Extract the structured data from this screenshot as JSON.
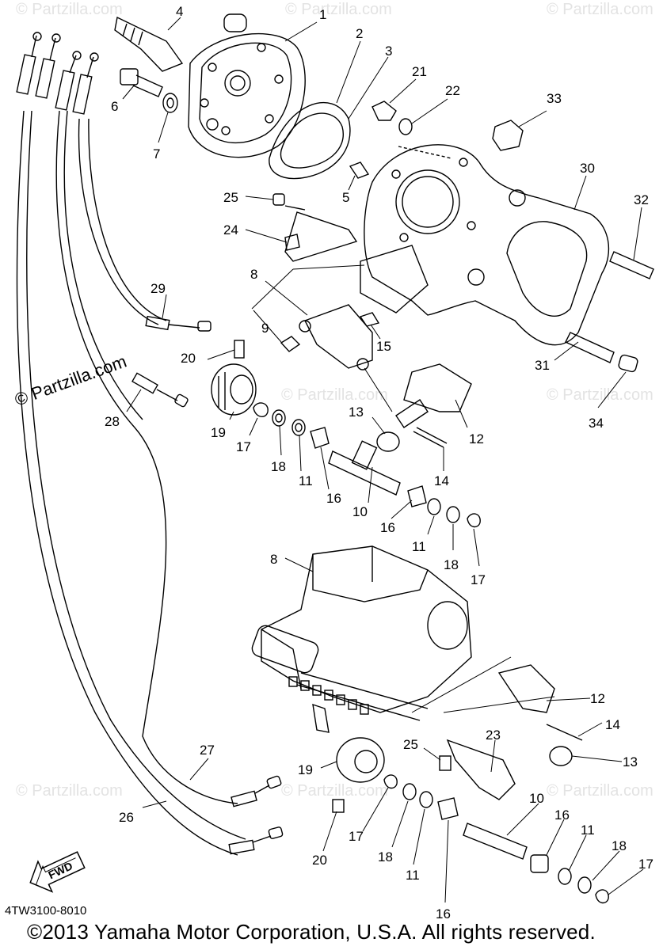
{
  "diagram": {
    "part_code": "4TW3100-8010",
    "copyright": "©2013 Yamaha Motor Corporation, U.S.A. All rights reserved.",
    "watermark_main": "© Partzilla.com",
    "watermark_faint": "© Partzilla.com",
    "fwd_label": "FWD",
    "callouts": {
      "c1": "1",
      "c2": "2",
      "c3": "3",
      "c4": "4",
      "c5": "5",
      "c6": "6",
      "c7": "7",
      "c8a": "8",
      "c8b": "8",
      "c9": "9",
      "c10a": "10",
      "c10b": "10",
      "c11a": "11",
      "c11b": "11",
      "c11c": "11",
      "c11d": "11",
      "c12a": "12",
      "c12b": "12",
      "c13a": "13",
      "c13b": "13",
      "c14a": "14",
      "c14b": "14",
      "c15": "15",
      "c16a": "16",
      "c16b": "16",
      "c16c": "16",
      "c16d": "16",
      "c17a": "17",
      "c17b": "17",
      "c17c": "17",
      "c17d": "17",
      "c18a": "18",
      "c18b": "18",
      "c18c": "18",
      "c18d": "18",
      "c19a": "19",
      "c19b": "19",
      "c20a": "20",
      "c20b": "20",
      "c21": "21",
      "c22": "22",
      "c23": "23",
      "c24": "24",
      "c25a": "25",
      "c25b": "25",
      "c26": "26",
      "c27": "27",
      "c28": "28",
      "c29": "29",
      "c30": "30",
      "c31": "31",
      "c32": "32",
      "c33": "33",
      "c34": "34"
    }
  }
}
